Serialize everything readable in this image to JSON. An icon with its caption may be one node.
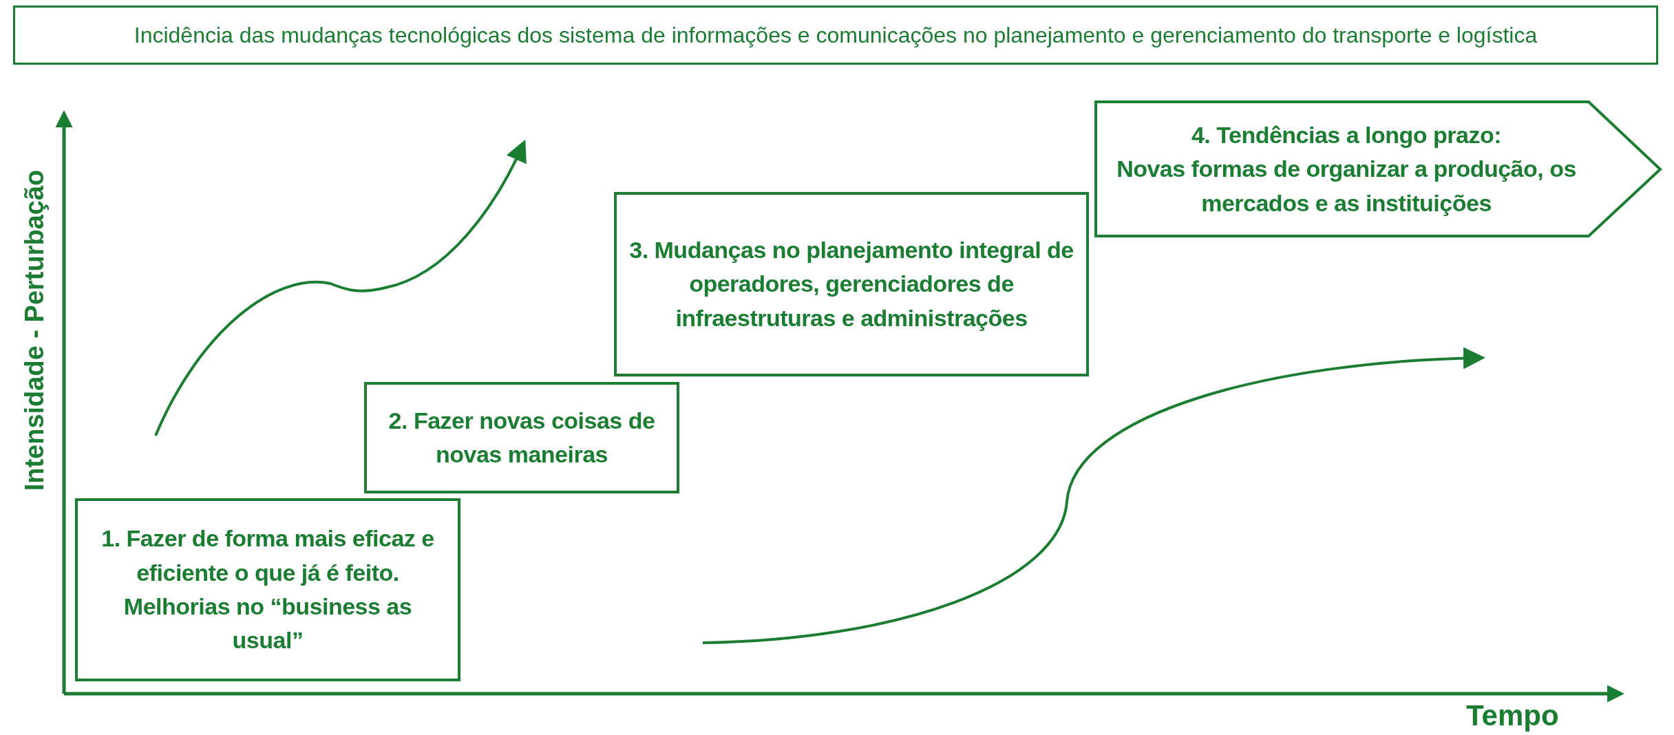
{
  "diagram": {
    "title": "Incidência das mudanças tecnológicas dos sistema de informações e comunicações no planejamento e gerenciamento do transporte e logística",
    "nodes": [
      {
        "text": [
          "1. Fazer de forma mais eficaz e eficiente o que já é feito. Melhorias no “business as usual”"
        ]
      },
      {
        "text": [
          "2. Fazer novas coisas de novas maneiras"
        ]
      },
      {
        "text": [
          "3. Mudanças no planejamento integral de operadores, gerenciadores de infraestruturas e administrações"
        ]
      },
      {
        "text": [
          "4. Tendências a longo prazo:",
          "Novas formas de organizar a produção, os mercados e as instituições"
        ]
      }
    ],
    "labels": [
      "Intensidade - Perturbação",
      "Tempo"
    ]
  }
}
